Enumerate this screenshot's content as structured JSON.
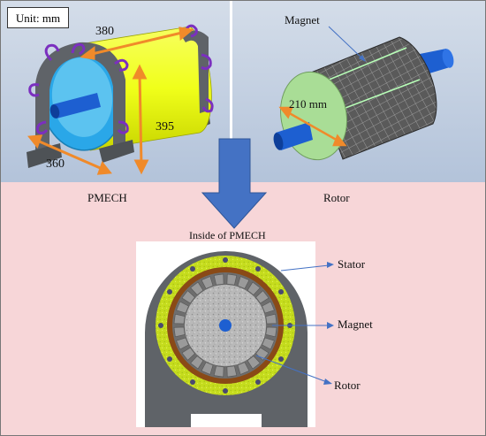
{
  "unit_label": "Unit: mm",
  "dimensions": {
    "length": "380",
    "height": "395",
    "width": "360",
    "rotor_diameter": "210 mm"
  },
  "captions": {
    "pmech": "PMECH",
    "rotor": "Rotor",
    "inside": "Inside of PMECH"
  },
  "callouts": {
    "magnet_top": "Magnet",
    "stator": "Stator",
    "magnet": "Magnet",
    "rotor": "Rotor"
  },
  "colors": {
    "panel_bg": "#b9c8dd",
    "lower_bg": "#f7d6d8",
    "arrow_fill": "#4472c4",
    "housing": "#f2ff2a",
    "end_cap": "#2aa7e8",
    "frame": "#5f6368",
    "clip": "#7b2fbf",
    "dimension": "#f08a2a",
    "magnet_face": "#a9dd96",
    "winding": "#c6dd1c",
    "copper_ring": "#8a4a16"
  }
}
